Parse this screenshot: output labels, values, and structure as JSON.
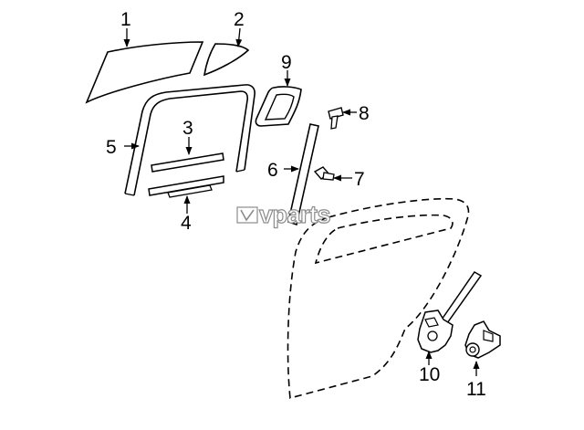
{
  "callouts": {
    "c1": "1",
    "c2": "2",
    "c3": "3",
    "c4": "4",
    "c5": "5",
    "c6": "6",
    "c7": "7",
    "c8": "8",
    "c9": "9",
    "c10": "10",
    "c11": "11"
  },
  "watermark": {
    "brand": "vparts"
  },
  "colors": {
    "line": "#000000",
    "watermark_outline": "#8c8c8c"
  }
}
